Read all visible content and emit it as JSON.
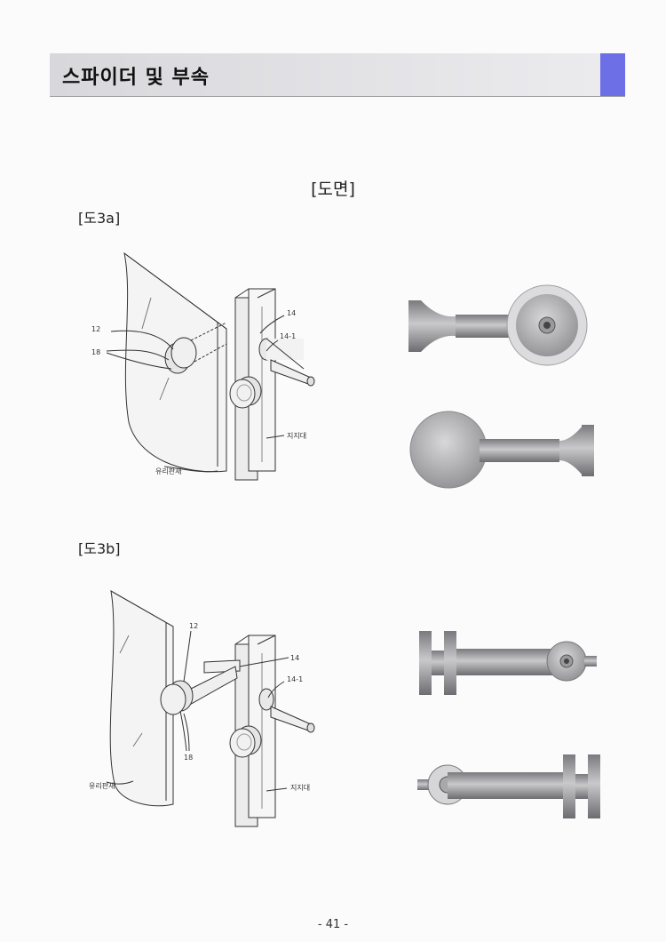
{
  "header": {
    "title": "스파이더 및 부속",
    "accent_color": "#6c6fe6"
  },
  "section": {
    "heading": "[도면]"
  },
  "figures": [
    {
      "label": "[도3a]",
      "callouts": {
        "c12": "12",
        "c18": "18",
        "c14": "14",
        "c14_1": "14-1",
        "support": "지지대",
        "glass": "유리판재"
      }
    },
    {
      "label": "[도3b]",
      "callouts": {
        "c12": "12",
        "c18": "18",
        "c14": "14",
        "c14_1": "14-1",
        "support": "지지대",
        "glass": "유리판재"
      }
    }
  ],
  "footer": {
    "page_number": "- 41 -"
  }
}
